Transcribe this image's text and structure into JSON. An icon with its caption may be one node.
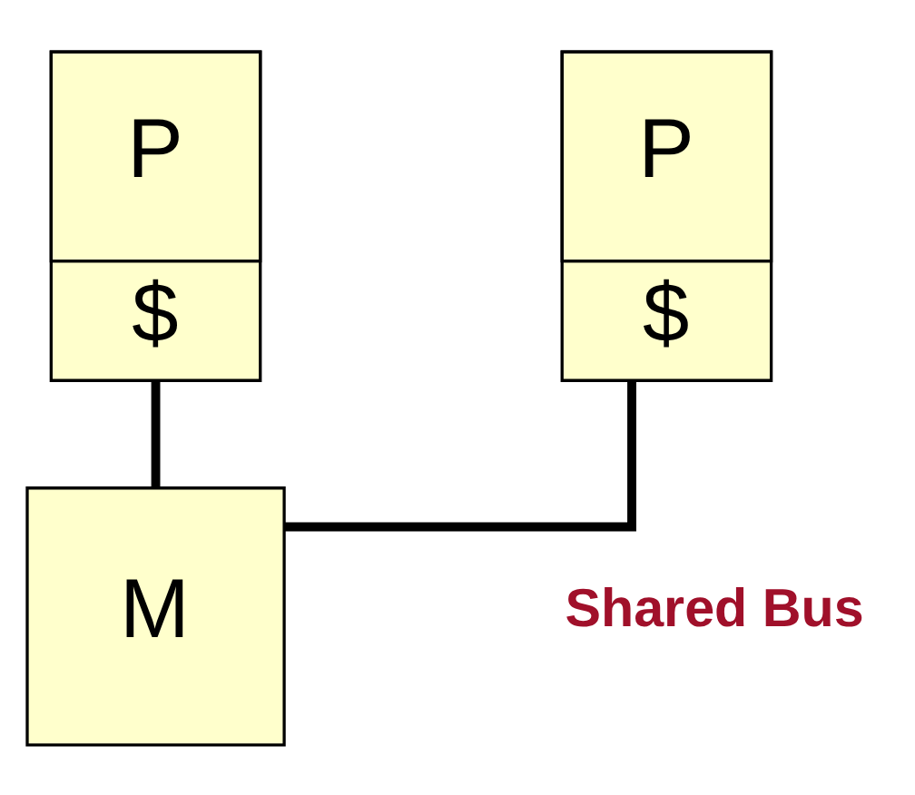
{
  "diagram": {
    "nodes": [
      {
        "text": [
          "P",
          "$"
        ]
      },
      {
        "text": [
          "P",
          "$"
        ]
      },
      {
        "text": [
          "M"
        ]
      }
    ],
    "edges": [
      {
        "from": 0,
        "to": 2,
        "arrow": "none"
      },
      {
        "from": 1,
        "to": 2,
        "arrow": "none"
      }
    ],
    "labels": [
      "Shared Bus"
    ]
  }
}
